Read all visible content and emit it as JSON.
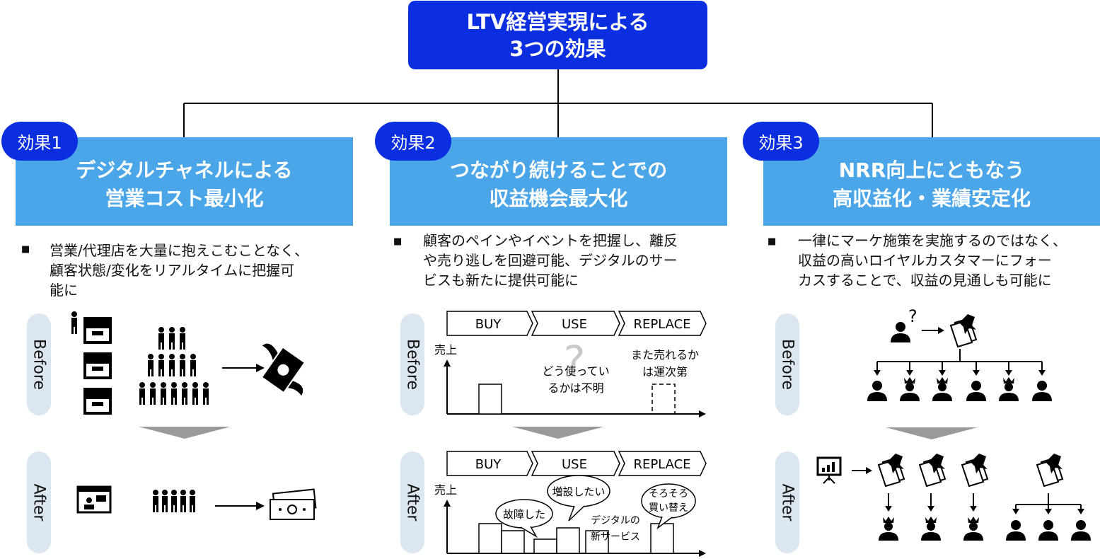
{
  "header": {
    "title_line1": "LTV経営実現による",
    "title_line2": "3つの効果"
  },
  "columns": [
    {
      "tag": "効果1",
      "heading_line1": "デジタルチャネルによる",
      "heading_line2": "営業コスト最小化",
      "bullet_line1": "営業/代理店を大量に抱えこむことなく、",
      "bullet_line2": "顧客状態/変化をリアルタイムに把握可",
      "bullet_line3": "能に",
      "before_label": "Before",
      "after_label": "After"
    },
    {
      "tag": "効果2",
      "heading_line1": "つながり続けることでの",
      "heading_line2": "収益機会最大化",
      "bullet_line1": "顧客のペインやイベントを把握し、離反",
      "bullet_line2": "や売り逃しを回避可能、デジタルのサー",
      "bullet_line3": "ビスも新たに提供可能に",
      "before_label": "Before",
      "after_label": "After",
      "stages": [
        "BUY",
        "USE",
        "REPLACE"
      ],
      "ylabel": "売上",
      "before_note1_line1": "どう使ってい",
      "before_note1_line2": "るかは不明",
      "before_note2_line1": "また売れるか",
      "before_note2_line2": "は運次第",
      "question_mark": "?",
      "after_bubble1": "故障した",
      "after_bubble2": "増設したい",
      "after_bubble3_line1": "そろそろ",
      "after_bubble3_line2": "買い替え",
      "after_note_line1": "デジタルの",
      "after_note_line2": "新サービス"
    },
    {
      "tag": "効果3",
      "heading_line1": "NRR向上にともなう",
      "heading_line2": "高収益化・業績安定化",
      "bullet_line1": "一律にマーケ施策を実施するのではなく、",
      "bullet_line2": "収益の高いロイヤルカスタマーにフォー",
      "bullet_line3": "カスすることで、収益の見通しも可能に",
      "before_label": "Before",
      "after_label": "After",
      "question_mark": "?"
    }
  ],
  "bullet_symbol": "■",
  "colors": {
    "dark_blue": "#0b2fe0",
    "light_blue": "#4aa6e8",
    "pill": "#dce6f1",
    "arrow_gray": "#9a9a9a"
  }
}
